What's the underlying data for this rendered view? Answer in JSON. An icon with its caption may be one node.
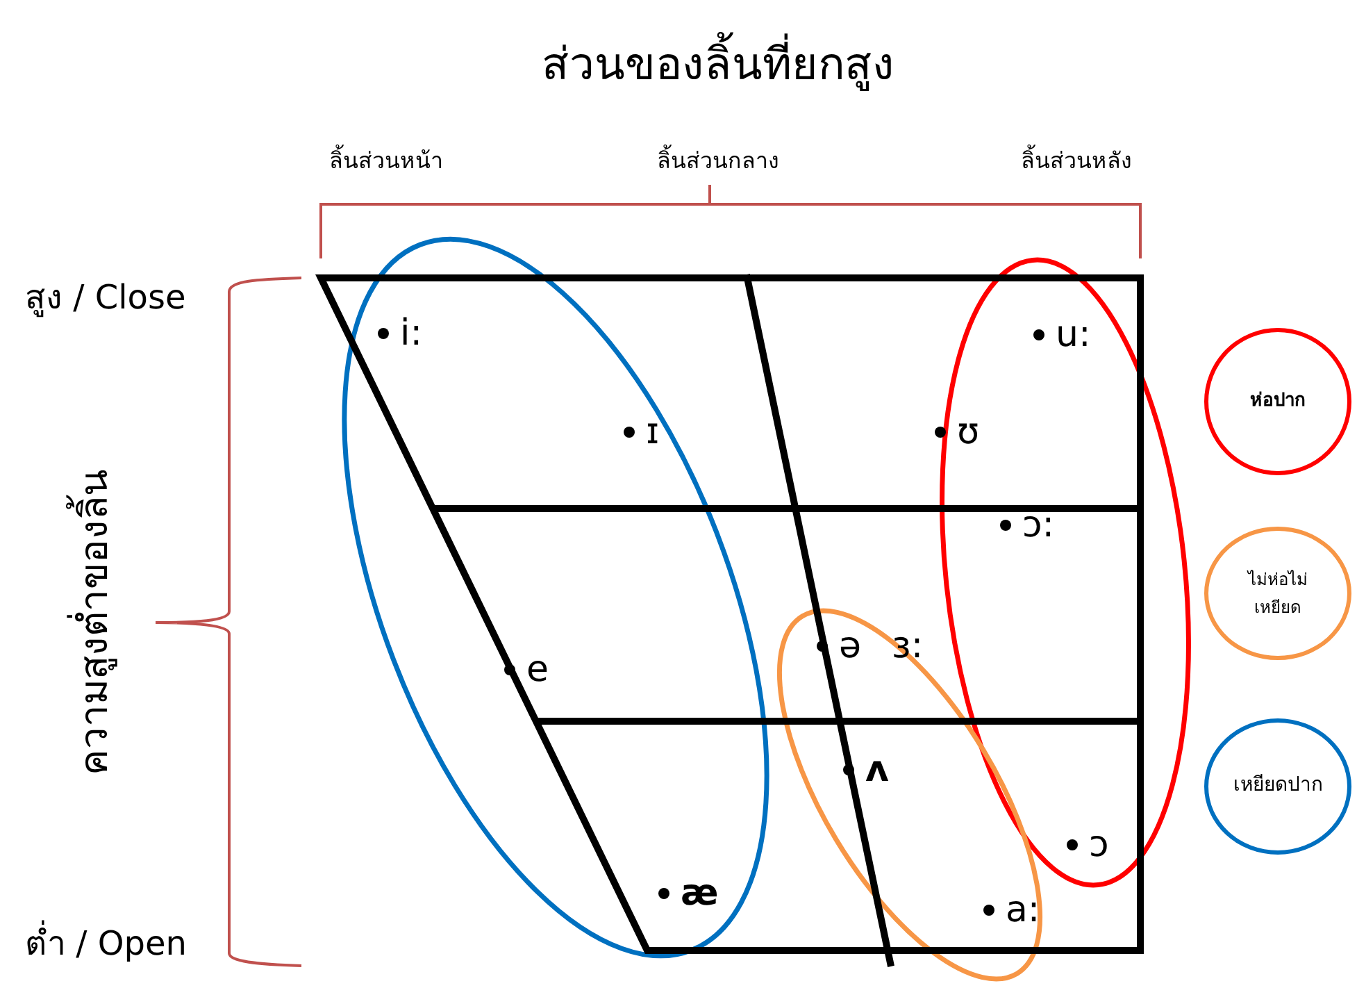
{
  "diagram": {
    "title": "ส่วนของลิ้นที่ยกสูง",
    "labels": [
      "ลิ้นส่วนหน้า",
      "ลิ้นส่วนกลาง",
      "ลิ้นส่วนหลัง",
      "สูง / Close",
      "ความสูงต่ำของลิ้น",
      "ต่ำ / Open",
      "i:",
      "u:",
      "ɪ",
      "ʊ",
      "ɔ:",
      "ə",
      "ɜ:",
      "e",
      "ʌ",
      "ɔ",
      "æ",
      "a:"
    ],
    "legend": [
      {
        "text": "ห่อปาก",
        "color": "#ff0000"
      },
      {
        "text": "ไม่ห่อไม่เหยียด",
        "color": "#f79646"
      },
      {
        "text": "เหยียดปาก",
        "color": "#0070c0"
      }
    ]
  }
}
